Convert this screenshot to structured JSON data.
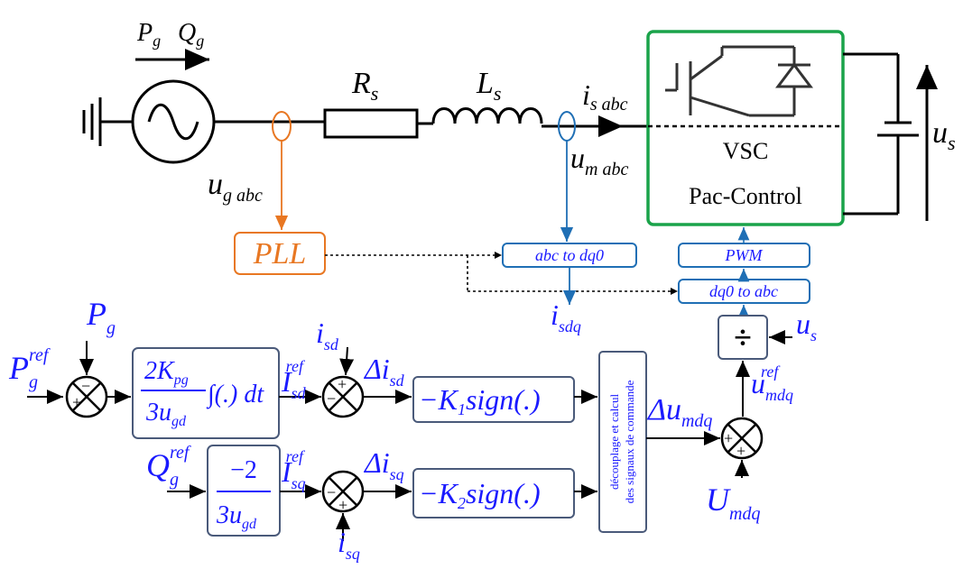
{
  "power_flow": {
    "p": "P",
    "p_sub": "g",
    "q": "Q",
    "q_sub": "g"
  },
  "grid": {
    "rs": "R",
    "rs_sub": "s",
    "ls": "L",
    "ls_sub": "s"
  },
  "currents": {
    "isabc": "i",
    "isabc_sub": "s abc",
    "ugabc": "u",
    "ugabc_sub": "g abc",
    "umabc": "u",
    "umabc_sub": "m abc",
    "us": "u",
    "us_sub": "s"
  },
  "vsc": {
    "title": "VSC",
    "control": "Pac-Control"
  },
  "blocks": {
    "pll": "PLL",
    "abc_to_dq0": "abc to dq0",
    "pwm": "PWM",
    "dq0_to_abc": "dq0 to abc",
    "divide": "÷",
    "pi_num": "2K",
    "pi_num_sub": "pg",
    "pi_den": "3u",
    "pi_den_sub": "gd",
    "pi_int": "∫(.) dt",
    "q_num": "−2",
    "q_den": "3u",
    "q_den_sub": "gd",
    "smc1": "−K",
    "smc1_sub": "1",
    "smc1_tail": "sign(.)",
    "smc2": "−K",
    "smc2_sub": "2",
    "smc2_tail": "sign(.)",
    "decoupling_line1": "découplage et calcul",
    "decoupling_line2": "des signaux de commande"
  },
  "signals": {
    "pg": "P",
    "pg_sub": "g",
    "pgref": "P",
    "pgref_sub": "g",
    "pgref_sup": "ref",
    "qgref": "Q",
    "qgref_sub": "g",
    "qgref_sup": "ref",
    "isdref": "I",
    "isdref_sub": "sd",
    "isdref_sup": "ref",
    "isqref": "I",
    "isqref_sub": "sq",
    "isqref_sup": "ref",
    "isd": "i",
    "isd_sub": "sd",
    "isq": "i",
    "isq_sub": "sq",
    "disd": "Δi",
    "disd_sub": "sd",
    "disq": "Δi",
    "disq_sub": "sq",
    "dumdq": "Δu",
    "dumdq_sub": "mdq",
    "umdqref": "u",
    "umdqref_sub": "mdq",
    "umdqref_sup": "ref",
    "Umdq": "U",
    "Umdq_sub": "mdq",
    "isdq": "i",
    "isdq_sub": "sdq",
    "us2": "u",
    "us2_sub": "s"
  },
  "signs": {
    "minus": "−",
    "plus": "+"
  },
  "colors": {
    "orange": "#e87722",
    "blue": "#1f6fb5",
    "green": "#1aa34a",
    "block_border": "#4a5a7a",
    "block_text": "#1a1aff"
  }
}
